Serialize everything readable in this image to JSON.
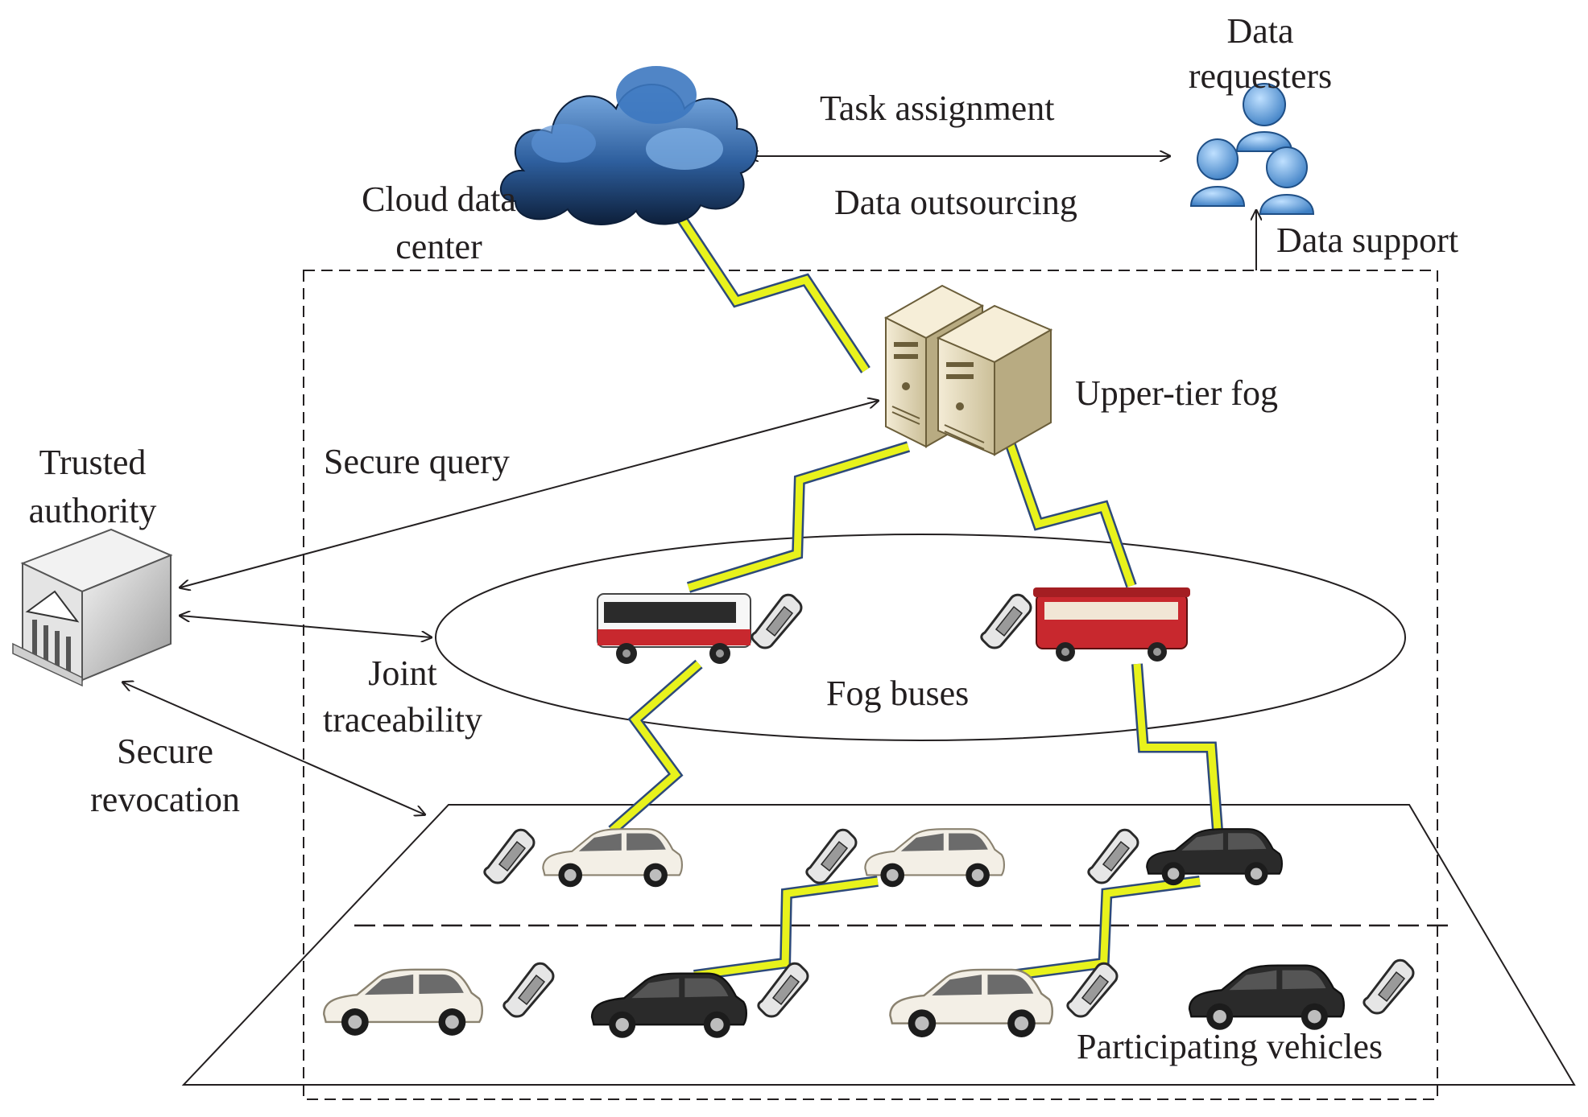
{
  "labels": {
    "cloud_line1": "Cloud data",
    "cloud_line2": "center",
    "task_assignment": "Task assignment",
    "data_outsourcing": "Data outsourcing",
    "requesters_line1": "Data",
    "requesters_line2": "requesters",
    "data_support": "Data support",
    "upper_tier_fog": "Upper-tier fog",
    "secure_query": "Secure query",
    "trusted_line1": "Trusted",
    "trusted_line2": "authority",
    "joint_line1": "Joint",
    "joint_line2": "traceability",
    "secure_rev_line1": "Secure",
    "secure_rev_line2": "revocation",
    "fog_buses": "Fog buses",
    "participating_vehicles": "Participating vehicles"
  },
  "colors": {
    "cloud": "#2e5f9e",
    "cloud_light": "#7fb0e6",
    "lightning": "#e8f21c",
    "lightning_edge": "#2d4a7a",
    "server": "#e6dcc0",
    "people": "#5b9bd5",
    "car_white": "#f3efe6",
    "car_black": "#2a2a2a",
    "bus_red": "#c8282e"
  },
  "icons": [
    "cloud-icon",
    "server-icon",
    "people-icon",
    "building-icon",
    "bus-icon",
    "car-icon",
    "phone-icon",
    "lightning-icon"
  ]
}
